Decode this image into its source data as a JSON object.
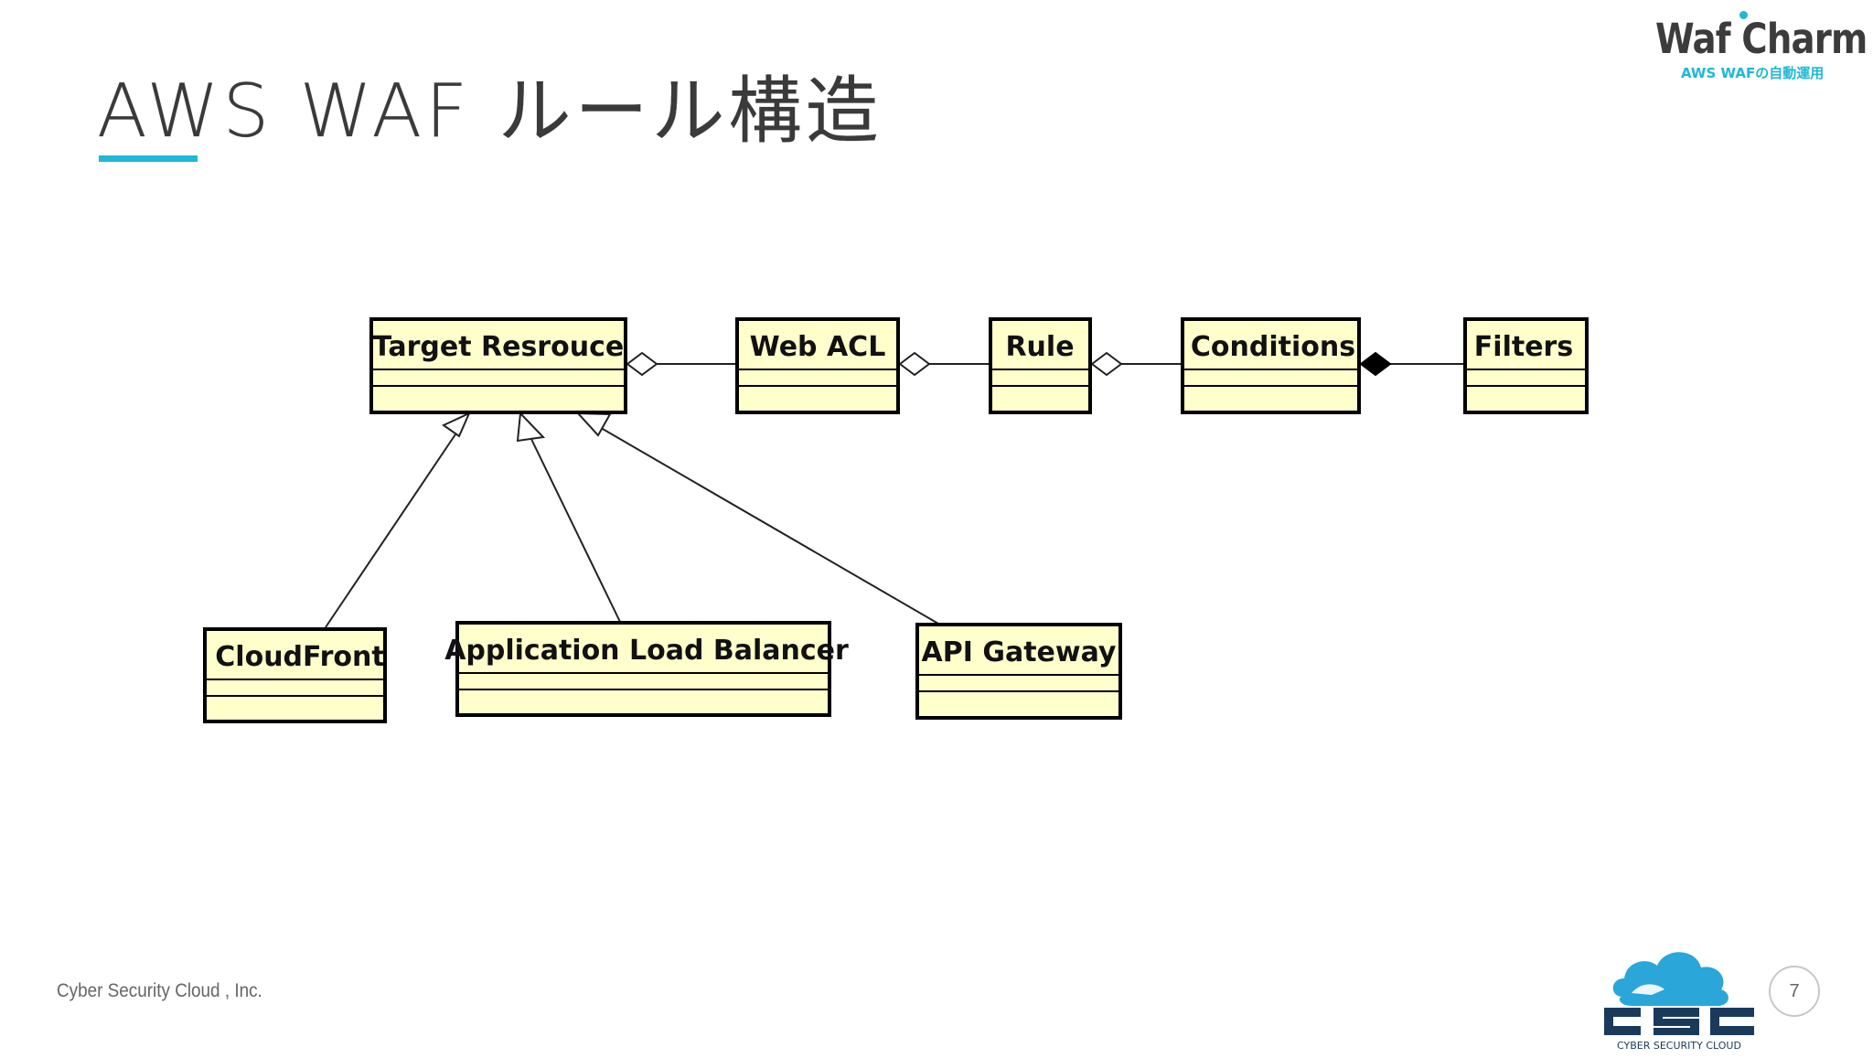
{
  "slide": {
    "title": "AWS WAF ルール構造",
    "page_number": "7"
  },
  "footer": {
    "company": "Cyber Security Cloud , Inc."
  },
  "brand": {
    "name": "Waf Charm",
    "tagline": "AWS WAFの自動運用",
    "accent_color": "#1fb8d6"
  },
  "csc_logo": {
    "lettering": "CSC",
    "sub": "CYBER SECURITY CLOUD",
    "color": "#1a3a5c",
    "cloud_color": "#2aa6d9"
  },
  "diagram": {
    "type": "uml-class-diagram",
    "class_fill": "#ffffcc",
    "classes": {
      "target_resource": "Target Resrouce",
      "web_acl": "Web ACL",
      "rule": "Rule",
      "conditions": "Conditions",
      "filters": "Filters",
      "cloudfront": "CloudFront",
      "alb": "Application Load Balancer",
      "api_gateway": "API Gateway"
    },
    "relations": [
      {
        "from": "target_resource",
        "to": "web_acl",
        "kind": "aggregation"
      },
      {
        "from": "web_acl",
        "to": "rule",
        "kind": "aggregation"
      },
      {
        "from": "rule",
        "to": "conditions",
        "kind": "aggregation"
      },
      {
        "from": "conditions",
        "to": "filters",
        "kind": "composition"
      },
      {
        "from": "cloudfront",
        "to": "target_resource",
        "kind": "generalization"
      },
      {
        "from": "alb",
        "to": "target_resource",
        "kind": "generalization"
      },
      {
        "from": "api_gateway",
        "to": "target_resource",
        "kind": "generalization"
      }
    ]
  }
}
